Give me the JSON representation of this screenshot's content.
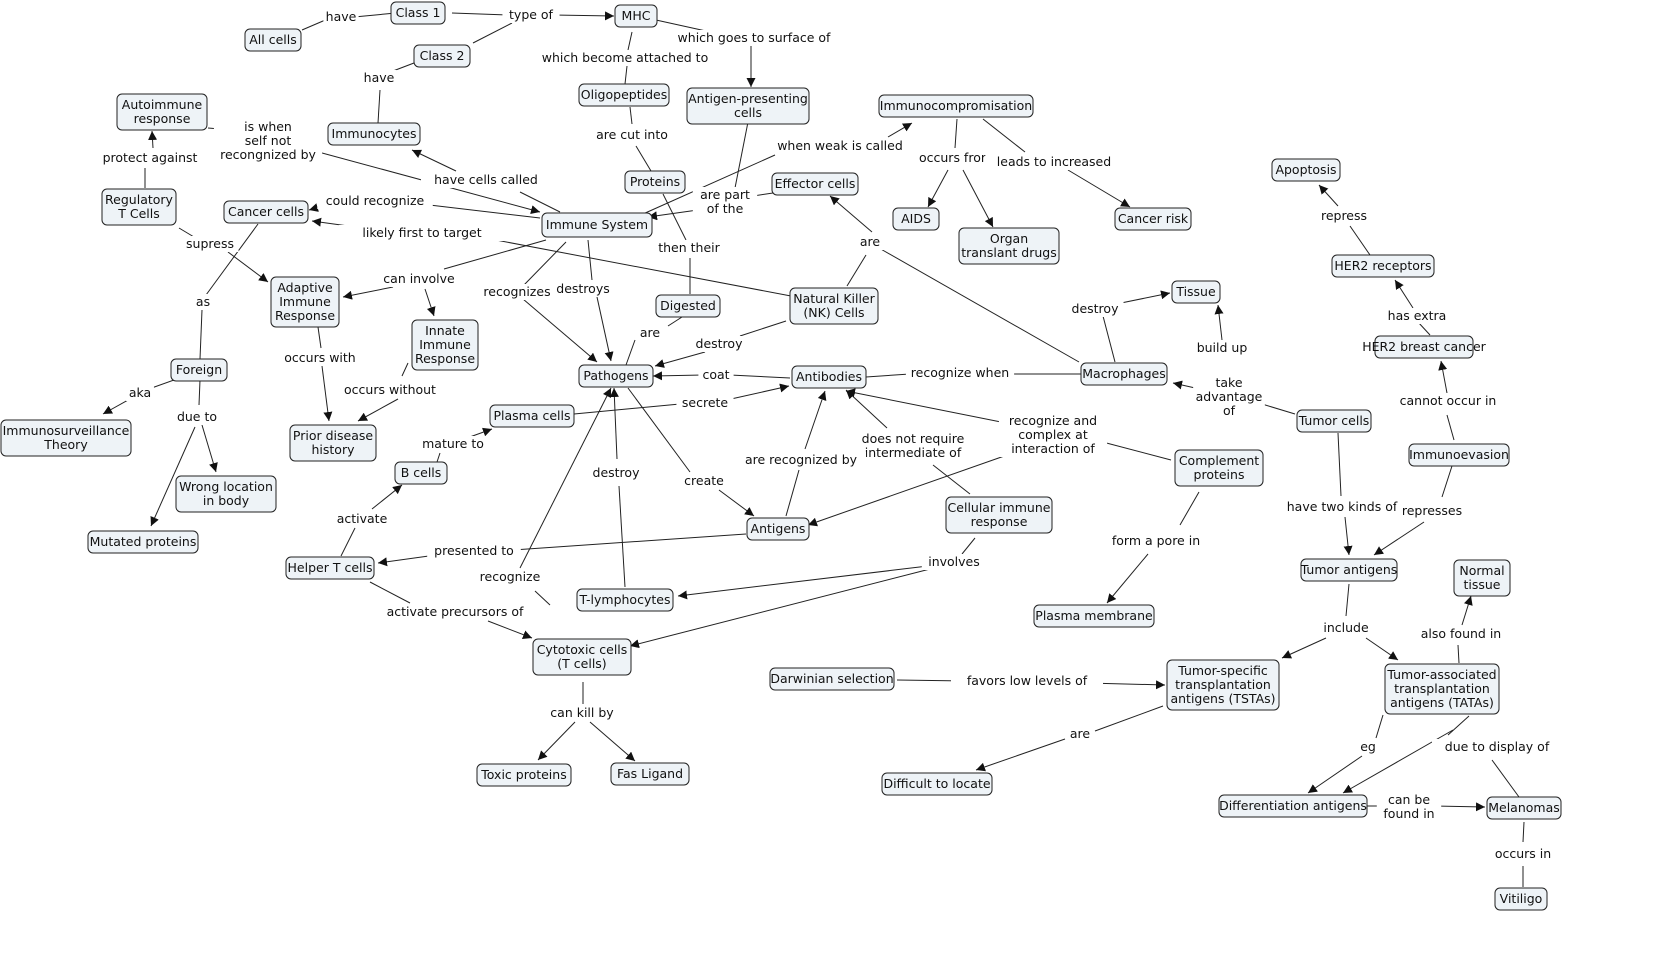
{
  "concepts": {
    "class1": "Class 1",
    "mhc": "MHC",
    "allcells": "All cells",
    "class2": "Class 2",
    "oligo": "Oligopeptides",
    "apc": "Antigen-presenting cells",
    "autoimmune": "Autoimmune response",
    "immunocytes": "Immunocytes",
    "immunocomp": "Immunocompromisation",
    "proteins": "Proteins",
    "effector": "Effector cells",
    "apoptosis": "Apoptosis",
    "regt": "Regulatory T Cells",
    "cancer": "Cancer cells",
    "immune": "Immune System",
    "aids": "AIDS",
    "organ": "Organ translant drugs",
    "cancerrisk": "Cancer risk",
    "her2r": "HER2 receptors",
    "tissue": "Tissue",
    "adaptive": "Adaptive Immune Response",
    "innate": "Innate Immune Response",
    "digested": "Digested",
    "nk": "Natural Killer (NK) Cells",
    "her2bc": "HER2 breast cancer",
    "foreign": "Foreign",
    "pathogens": "Pathogens",
    "antibodies": "Antibodies",
    "macro": "Macrophages",
    "plasma": "Plasma cells",
    "tumorcells": "Tumor cells",
    "immunosurv": "Immunosurveillance Theory",
    "prior": "Prior disease history",
    "bcells": "B cells",
    "complement": "Complement proteins",
    "immunoev": "Immunoevasion",
    "wrongloc": "Wrong location in body",
    "cellular": "Cellular immune response",
    "antigens": "Antigens",
    "mutated": "Mutated proteins",
    "helper": "Helper T cells",
    "tumorag": "Tumor antigens",
    "normal": "Normal tissue",
    "tlymph": "T-lymphocytes",
    "plasmamem": "Plasma membrane",
    "cytotoxic": "Cytotoxic cells (T cells)",
    "darwin": "Darwinian selection",
    "tsta": "Tumor-specific transplantation antigens (TSTAs)",
    "tata": "Tumor-associated transplantation antigens (TATAs)",
    "toxic": "Toxic proteins",
    "fas": "Fas Ligand",
    "difficult": "Difficult to locate",
    "diffag": "Differentiation antigens",
    "melanomas": "Melanomas",
    "vitiligo": "Vitiligo"
  },
  "links": {
    "have1": "have",
    "typeof": "type of",
    "have2": "have",
    "attached": "which become attached to",
    "surface": "which goes to surface of",
    "protect": "protect against",
    "selfnot": "is when self not recongnized by",
    "cutinto": "are cut into",
    "cellscalled": "have cells called",
    "weak": "when weak is called",
    "occursfrom": "occurs from",
    "leadsto": "leads to increased",
    "couldrecog": "could recognize",
    "partof": "are part of the",
    "likelyfirst": "likely first to target",
    "are1": "are",
    "repress": "repress",
    "supress": "supress",
    "caninvolve": "can involve",
    "recognizes": "recognizes",
    "destroys": "destroys",
    "thentheir": "then their",
    "destroy1": "destroy",
    "buildup": "build up",
    "hasextra": "has extra",
    "as": "as",
    "occurswith": "occurs with",
    "are2": "are",
    "destroy2": "destroy",
    "coat": "coat",
    "recogwhen": "recognize when",
    "aka": "aka",
    "dueto": "due to",
    "occurswithout": "occurs without",
    "secrete": "secrete",
    "takeadv": "take advantage of",
    "cannot": "cannot occur in",
    "matureto": "mature to",
    "destroy3": "destroy",
    "doesnot": "does not require intermediate of",
    "recogcomplex": "recognize and complex at interaction of",
    "arerecog": "are recognized by",
    "activate": "activate",
    "create": "create",
    "havetwo": "have two kinds of",
    "represses": "represses",
    "presented": "presented to",
    "formpore": "form a pore in",
    "involves": "involves",
    "recognize2": "recognize",
    "activateprec": "activate precursors of",
    "include": "include",
    "alsofound": "also found in",
    "favors": "favors low levels of",
    "cankill": "can kill by",
    "are3": "are",
    "eg": "eg",
    "duetodisplay": "due to display of",
    "canbefound": "can be found in",
    "occursin": "occurs in"
  }
}
